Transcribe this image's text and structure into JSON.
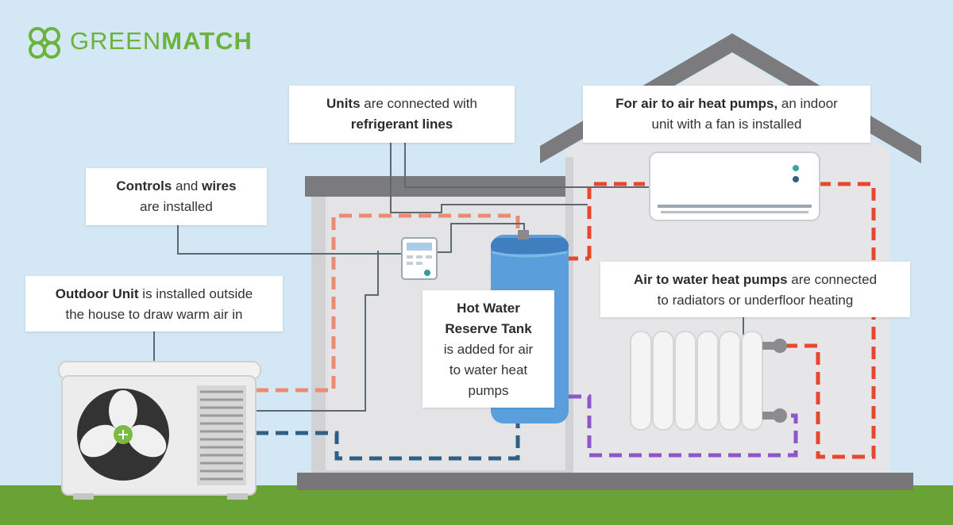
{
  "brand": {
    "name_part1": "GREEN",
    "name_part2": "MATCH",
    "logo_icon": "clover-icon",
    "color": "#6bb33c"
  },
  "colors": {
    "sky": "#d3e8f4",
    "grass": "#6aa335",
    "wall": "#e4e4e6",
    "wall_shade": "#d2d2d5",
    "roof": "#7b7b7d",
    "tank": "#5a9fdc",
    "pipe_hot": "#e8462d",
    "pipe_warm": "#eb8b73",
    "pipe_cold": "#2e5f86",
    "pipe_purple": "#8d57c9",
    "line": "#555555",
    "fan_green": "#7abb3f"
  },
  "labels": {
    "refrigerant": {
      "bold1": "Units",
      "text1": " are connected with",
      "bold2": "refrigerant lines"
    },
    "indoor": {
      "bold1": "For air to air heat pumps,",
      "text1": " an indoor",
      "text2": "unit with a fan is installed"
    },
    "controls": {
      "bold1": "Controls",
      "text1": " and ",
      "bold2": "wires",
      "text2": "are installed"
    },
    "outdoor": {
      "bold1": "Outdoor Unit",
      "text1": " is installed outside",
      "text2": "the house to draw warm air in"
    },
    "tank": {
      "bold1": "Hot Water",
      "bold2": "Reserve Tank",
      "text1": "is added for air",
      "text2": "to water heat",
      "text3": "pumps"
    },
    "radiators": {
      "bold1": "Air to water heat pumps",
      "text1": " are connected",
      "text2": "to radiators or underfloor heating"
    }
  },
  "icons": [
    "clover-icon",
    "fan-icon",
    "thermostat-icon",
    "air-conditioner-icon",
    "radiator-icon",
    "water-tank-icon"
  ]
}
